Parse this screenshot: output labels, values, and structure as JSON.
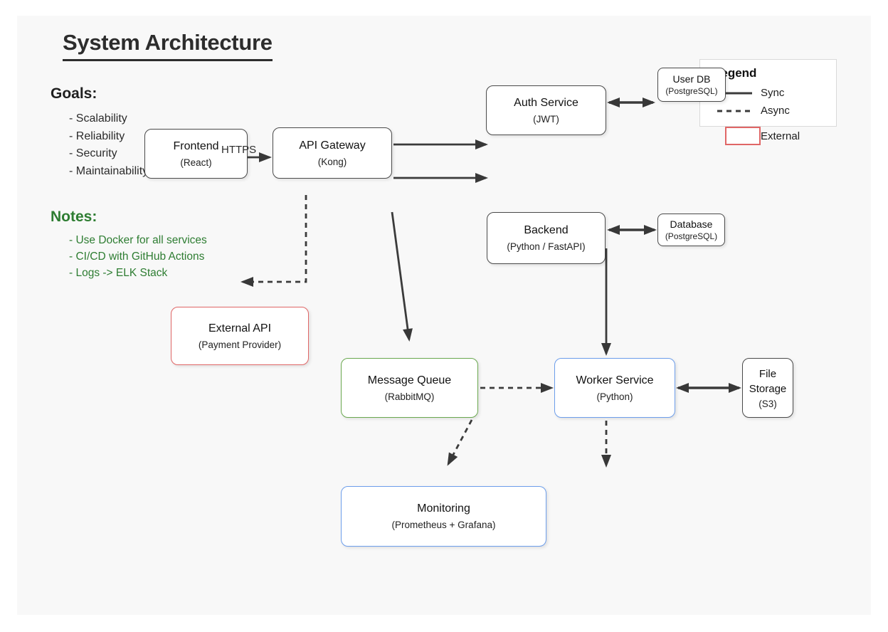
{
  "title": "System Architecture",
  "goals": {
    "heading": "Goals:",
    "items": [
      "- Scalability",
      "- Reliability",
      "- Security",
      "- Maintainability"
    ]
  },
  "notes": {
    "heading": "Notes:",
    "items": [
      "- Use Docker for all services",
      "- CI/CD with GitHub Actions",
      "- Logs -> ELK Stack"
    ]
  },
  "nodes": {
    "frontend": {
      "label": "Frontend",
      "sublabel": "(React)"
    },
    "api_gateway": {
      "label": "API Gateway",
      "sublabel": "(Kong)"
    },
    "auth_service": {
      "label": "Auth Service",
      "sublabel": "(JWT)"
    },
    "user_db": {
      "label": "User DB",
      "sublabel": "(PostgreSQL)"
    },
    "backend": {
      "label": "Backend",
      "sublabel": "(Python / FastAPI)"
    },
    "database": {
      "label": "Database",
      "sublabel": "(PostgreSQL)"
    },
    "external_api": {
      "label": "External API",
      "sublabel": "(Payment Provider)"
    },
    "message_queue": {
      "label": "Message Queue",
      "sublabel": "(RabbitMQ)"
    },
    "worker_service": {
      "label": "Worker Service",
      "sublabel": "(Python)"
    },
    "file_storage": {
      "label": "File Storage",
      "sublabel": "(S3)"
    },
    "monitoring": {
      "label": "Monitoring",
      "sublabel": "(Prometheus + Grafana)"
    }
  },
  "edge_labels": {
    "https": "HTTPS"
  },
  "legend": {
    "title": "Legend",
    "sync": "Sync",
    "async": "Async",
    "external": "External"
  },
  "colors": {
    "canvas_bg": "#f8f8f8",
    "default_border": "#4a4a4a",
    "external_red": "#e06666",
    "queue_green": "#6aa84f",
    "service_blue": "#6d9eeb",
    "notes_green": "#2e7d32",
    "arrow": "#3b3b3b"
  }
}
